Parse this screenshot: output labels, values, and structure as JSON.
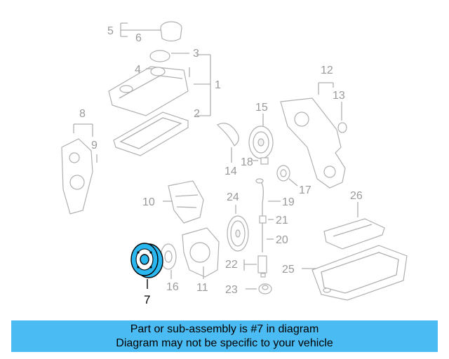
{
  "callouts": {
    "c1": "1",
    "c2": "2",
    "c3": "3",
    "c4": "4",
    "c5": "5",
    "c6": "6",
    "c7": "7",
    "c8": "8",
    "c9": "9",
    "c10": "10",
    "c11": "11",
    "c12": "12",
    "c13": "13",
    "c14": "14",
    "c15": "15",
    "c16": "16",
    "c17": "17",
    "c18": "18",
    "c19": "19",
    "c20": "20",
    "c21": "21",
    "c22": "22",
    "c23": "23",
    "c24": "24",
    "c25": "25",
    "c26": "26"
  },
  "highlight": {
    "part_number": "7",
    "color": "#2ab7f0"
  },
  "banner": {
    "line1": "Part or sub-assembly is #7 in diagram",
    "line2": "Diagram may not be specific to your vehicle",
    "color": "#4bbcf3"
  }
}
